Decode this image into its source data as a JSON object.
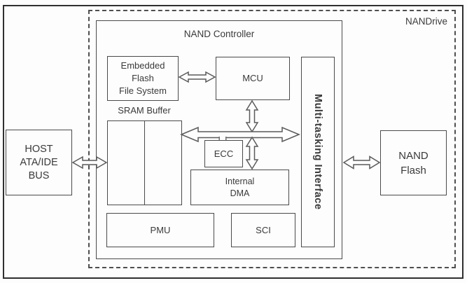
{
  "diagram": {
    "outer_label": "NANDrive",
    "controller_title": "NAND Controller",
    "sram_title": "SRAM Buffer",
    "blocks": {
      "host": {
        "lines": [
          "HOST",
          "ATA/IDE",
          "BUS"
        ]
      },
      "effs": {
        "lines": [
          "Embedded",
          "Flash",
          "File System"
        ]
      },
      "mcu": {
        "label": "MCU"
      },
      "ecc": {
        "label": "ECC"
      },
      "dma": {
        "lines": [
          "Internal",
          "DMA"
        ]
      },
      "pmu": {
        "label": "PMU"
      },
      "sci": {
        "label": "SCI"
      },
      "mti": {
        "label": "Multi-tasking Interface"
      },
      "nand_flash": {
        "lines": [
          "NAND",
          "Flash"
        ]
      }
    },
    "connections": [
      {
        "from": "HOST ATA/IDE BUS",
        "to": "SRAM Buffer",
        "type": "bidirectional"
      },
      {
        "from": "Embedded Flash File System",
        "to": "MCU",
        "type": "bidirectional"
      },
      {
        "from": "MCU",
        "to": "internal bus",
        "type": "bidirectional"
      },
      {
        "from": "SRAM Buffer",
        "to": "Multi-tasking Interface",
        "type": "bidirectional-bus"
      },
      {
        "from": "internal bus",
        "to": "ECC",
        "type": "stub"
      },
      {
        "from": "internal bus",
        "to": "Internal DMA",
        "type": "bidirectional"
      },
      {
        "from": "Multi-tasking Interface",
        "to": "NAND Flash",
        "type": "bidirectional"
      }
    ],
    "colors": {
      "background": "#fdfdfd",
      "outer_frame": "#2f2f2f",
      "box_line": "#4a4a4a",
      "dashed_line": "#4f4f4f",
      "arrow_outline": "#5a5a5a",
      "text": "#3a3a3a"
    }
  }
}
